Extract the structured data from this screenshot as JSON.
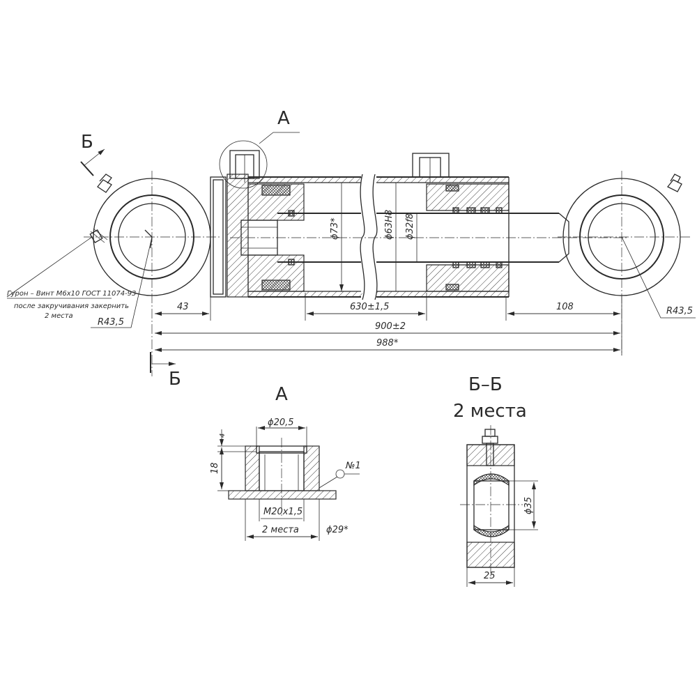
{
  "labels": {
    "view_a": "А",
    "section_b": "Б",
    "section_b_bottom": "Б",
    "detail_a_title": "А",
    "section_bb_title": "Б–Б",
    "section_bb_subtitle": "2 места"
  },
  "main_view": {
    "dia_73": "ϕ73*",
    "dia_63h8": "ϕ63H8",
    "dia_32f8": "ϕ32f8",
    "dim_43": "43",
    "dim_630": "630±1,5",
    "dim_108": "108",
    "dim_900": "900±2",
    "dim_988": "988*",
    "radius_left": "R43,5",
    "radius_right": "R43,5"
  },
  "note": {
    "line1": "Гурон – Винт М6х10 ГОСТ 11074-93",
    "line2": "после закручивания закернить",
    "line3": "2 места"
  },
  "detail_a": {
    "dia_20_5": "ϕ20,5",
    "dim_4": "4",
    "dim_18": "18",
    "thread": "M20x1,5",
    "places": "2 места",
    "dia_29": "ϕ29*",
    "weld": "№1"
  },
  "section_bb": {
    "dia_35": "ϕ35",
    "dim_25": "25"
  }
}
